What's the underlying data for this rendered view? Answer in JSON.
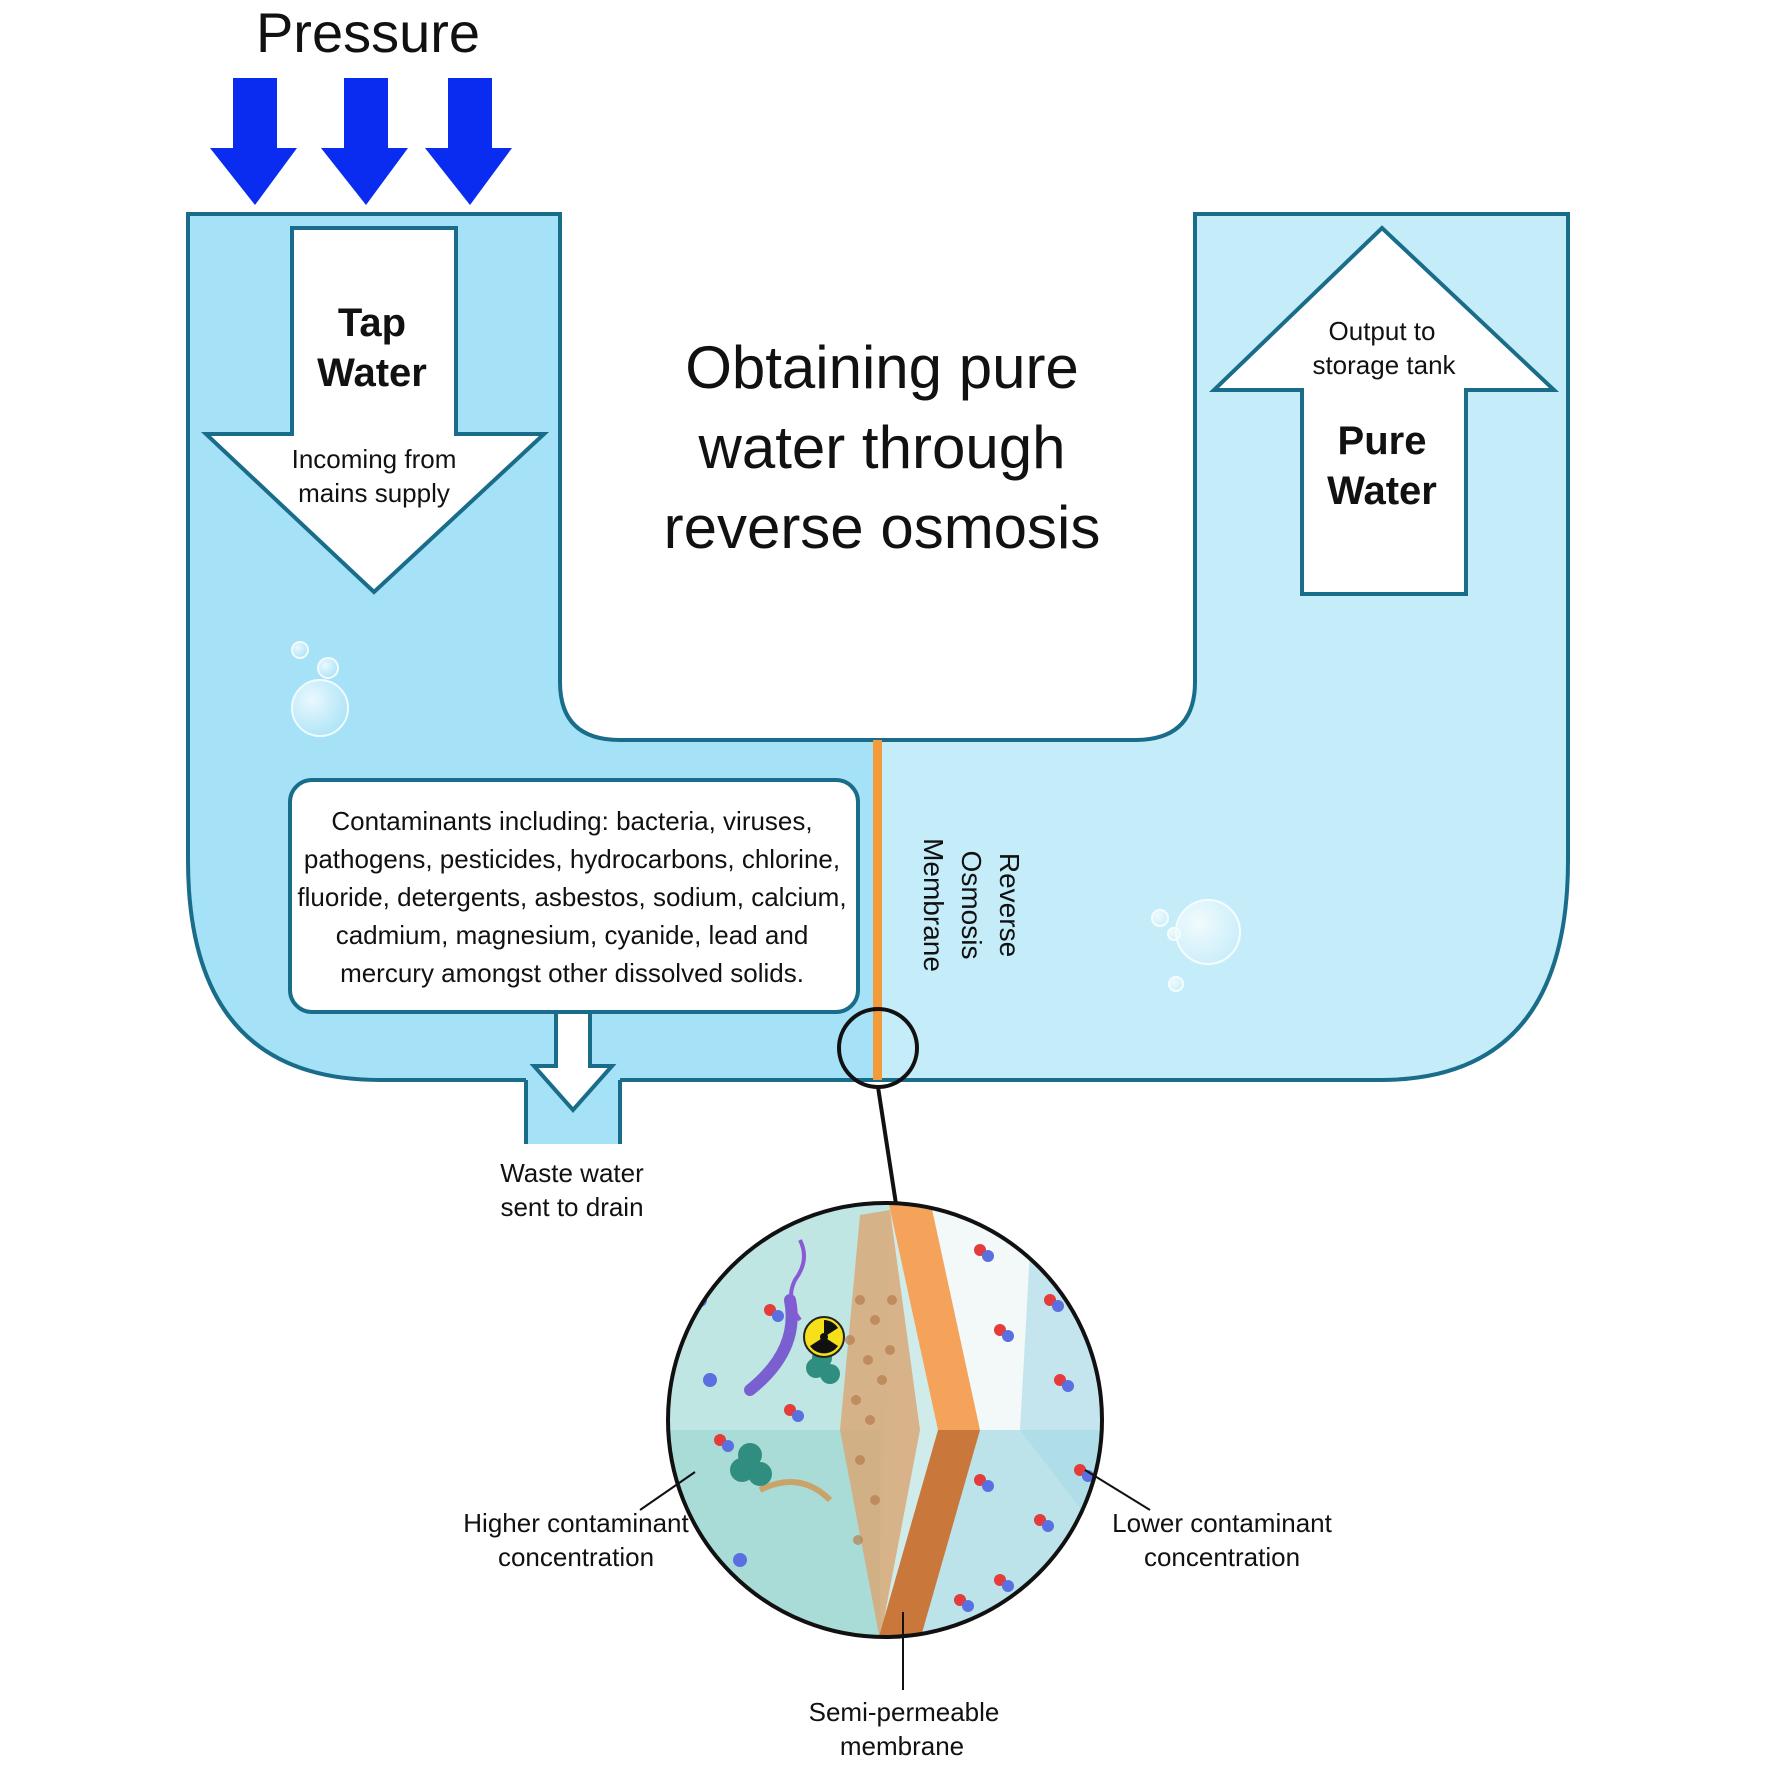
{
  "pressure_label": "Pressure",
  "title": {
    "line1": "Obtaining pure",
    "line2": "water through",
    "line3": "reverse osmosis"
  },
  "tap_water": {
    "line1": "Tap",
    "line2": "Water",
    "sub1": "Incoming from",
    "sub2": "mains supply"
  },
  "pure_water": {
    "top1": "Output to",
    "top2": "storage tank",
    "line1": "Pure",
    "line2": "Water"
  },
  "membrane_label": {
    "line1": "Reverse",
    "line2": "Osmosis",
    "line3": "Membrane"
  },
  "contaminants": {
    "line1": "Contaminants including: bacteria, viruses,",
    "line2": "pathogens, pesticides, hydrocarbons, chlorine,",
    "line3": "fluoride, detergents, asbestos, sodium, calcium,",
    "line4": "cadmium, magnesium, cyanide, lead and",
    "line5": "mercury amongst other dissolved solids."
  },
  "waste": {
    "line1": "Waste water",
    "line2": "sent to drain"
  },
  "higher": {
    "line1": "Higher contaminant",
    "line2": "concentration"
  },
  "lower": {
    "line1": "Lower contaminant",
    "line2": "concentration"
  },
  "semi": {
    "line1": "Semi-permeable",
    "line2": "membrane"
  },
  "colors": {
    "pressure_arrow": "#0a2cf0",
    "left_water": "#a6e2f7",
    "right_water": "#c5edf9",
    "outline": "#1a6d8a",
    "membrane": "#f39a3a"
  },
  "icons": [
    "bubble-icon",
    "radiation-icon",
    "water-molecule-icon",
    "bacteria-icon",
    "virus-icon"
  ]
}
